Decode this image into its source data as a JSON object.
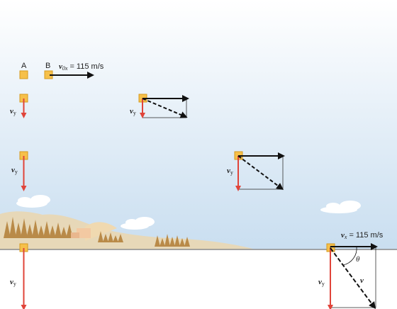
{
  "labels": {
    "object_a": "A",
    "object_b": "B",
    "v0x_symbol": "v",
    "v0x_sub": "0x",
    "v0x_value": "= 115 m/s",
    "vy_symbol": "v",
    "vy_sub": "y",
    "vx_symbol": "v",
    "vx_sub": "x",
    "vx_value": "= 115 m/s",
    "theta": "θ",
    "v_final": "v"
  },
  "colors": {
    "sky_top": "#ffffff",
    "sky_bottom": "#cfe2f2",
    "ground": "#ffffff",
    "box_fill": "#f6c04a",
    "box_stroke": "#d69a1e",
    "vy_arrow": "#e0443a",
    "vx_arrow": "#111111",
    "trees": "#b8894a",
    "hills": "#e6d6b4"
  }
}
